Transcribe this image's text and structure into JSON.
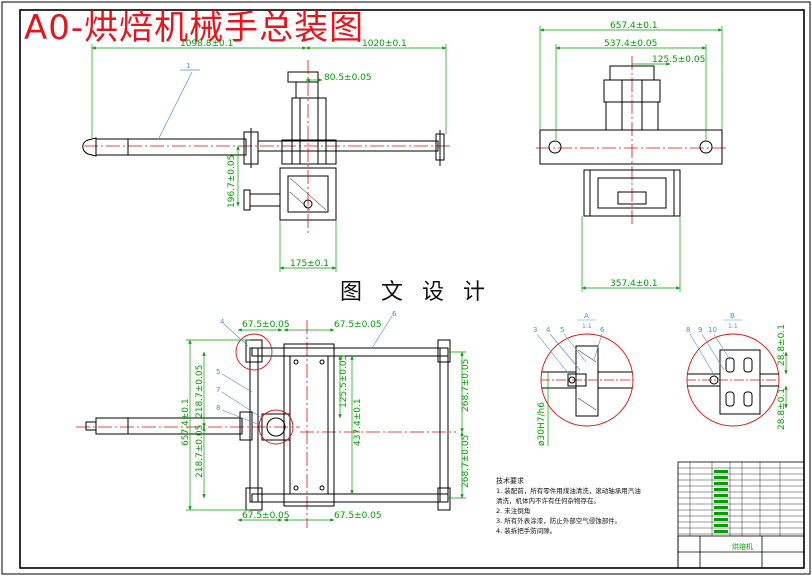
{
  "drawing": {
    "title": "A0-烘焙机械手总装图",
    "watermark": "图 文 设 计"
  },
  "colors": {
    "outline": "#000000",
    "dimension": "#00a000",
    "centerline": "#e01010",
    "leader": "#4a8fd8",
    "detail_circle": "#e01010",
    "title": "#e8141b"
  },
  "dims": {
    "front": {
      "left_span": "1098.8±0.1",
      "right_span": "1020±0.1",
      "top": "80.5±0.05",
      "side": "196.7±0.05",
      "bottom": "175±0.1"
    },
    "side": {
      "top1": "657.4±0.1",
      "top2": "537.4±0.05",
      "top3": "125.5±0.05",
      "bottom": "357.4±0.1"
    },
    "plan": {
      "top_left": "67.5±0.05",
      "top_mid": "67.5±0.05",
      "bot_left": "67.5±0.05",
      "bot_mid": "67.5±0.05",
      "v1": "125.5±0.05",
      "v2": "437.4±0.1",
      "v3": "657.4±0.1",
      "v4": "218.7±0.05",
      "v5": "218.7±0.05",
      "v6": "268.7±0.05",
      "v7": "268.7±0.05"
    },
    "detailA": {
      "fit": "ø30H7/h6"
    },
    "detailB": {
      "d1": "28.8±0.1",
      "d2": "28.8±0.1"
    }
  },
  "details": {
    "a_label": "A",
    "a_scale": "1:1",
    "b_label": "B",
    "b_scale": "1:1"
  },
  "balloons": {
    "front": [
      "1"
    ],
    "plan": [
      "4",
      "5",
      "6",
      "7",
      "8"
    ],
    "detailA": [
      "3",
      "4",
      "5",
      "6"
    ],
    "detailB": [
      "8",
      "9",
      "10"
    ]
  },
  "notes": {
    "heading": "技术要求",
    "items": [
      "1. 装配前，所有零件用煤油清洗，滚动轴承用汽油",
      "清洗，机体内不许有任何杂物存在。",
      "2. 未注倒角",
      "3. 所有外表涂漆，防止外部空气侵蚀部件。",
      "4. 装拆把手防间隙。"
    ]
  },
  "titleblock": {
    "label": "烘焙机"
  }
}
